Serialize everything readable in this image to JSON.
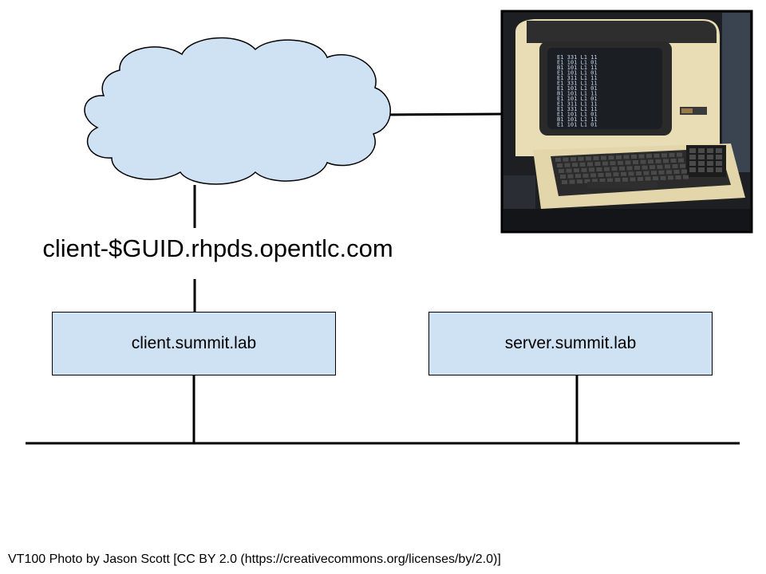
{
  "cloud": {
    "icon": "cloud-icon"
  },
  "terminal_photo": {
    "icon": "vt100-terminal-photo",
    "screen_lines": [
      "E1 331 L1 11",
      "E1 101 L1 01",
      "B1 101 L1 11",
      "E1 101 L1 01",
      "E1 311 L1 11"
    ]
  },
  "hostname": "client-$GUID.rhpds.opentlc.com",
  "hosts": {
    "client": "client.summit.lab",
    "server": "server.summit.lab"
  },
  "credit": "VT100 Photo by Jason Scott [CC BY 2.0 (https://creativecommons.org/licenses/by/2.0)]",
  "colors": {
    "cloud_fill": "#cfe2f3",
    "box_fill": "#cfe2f3",
    "line": "#000000",
    "terminal_beige": "#e8ddb5",
    "terminal_dark": "#2a2a2a",
    "screen_text": "#c6d6ee"
  }
}
